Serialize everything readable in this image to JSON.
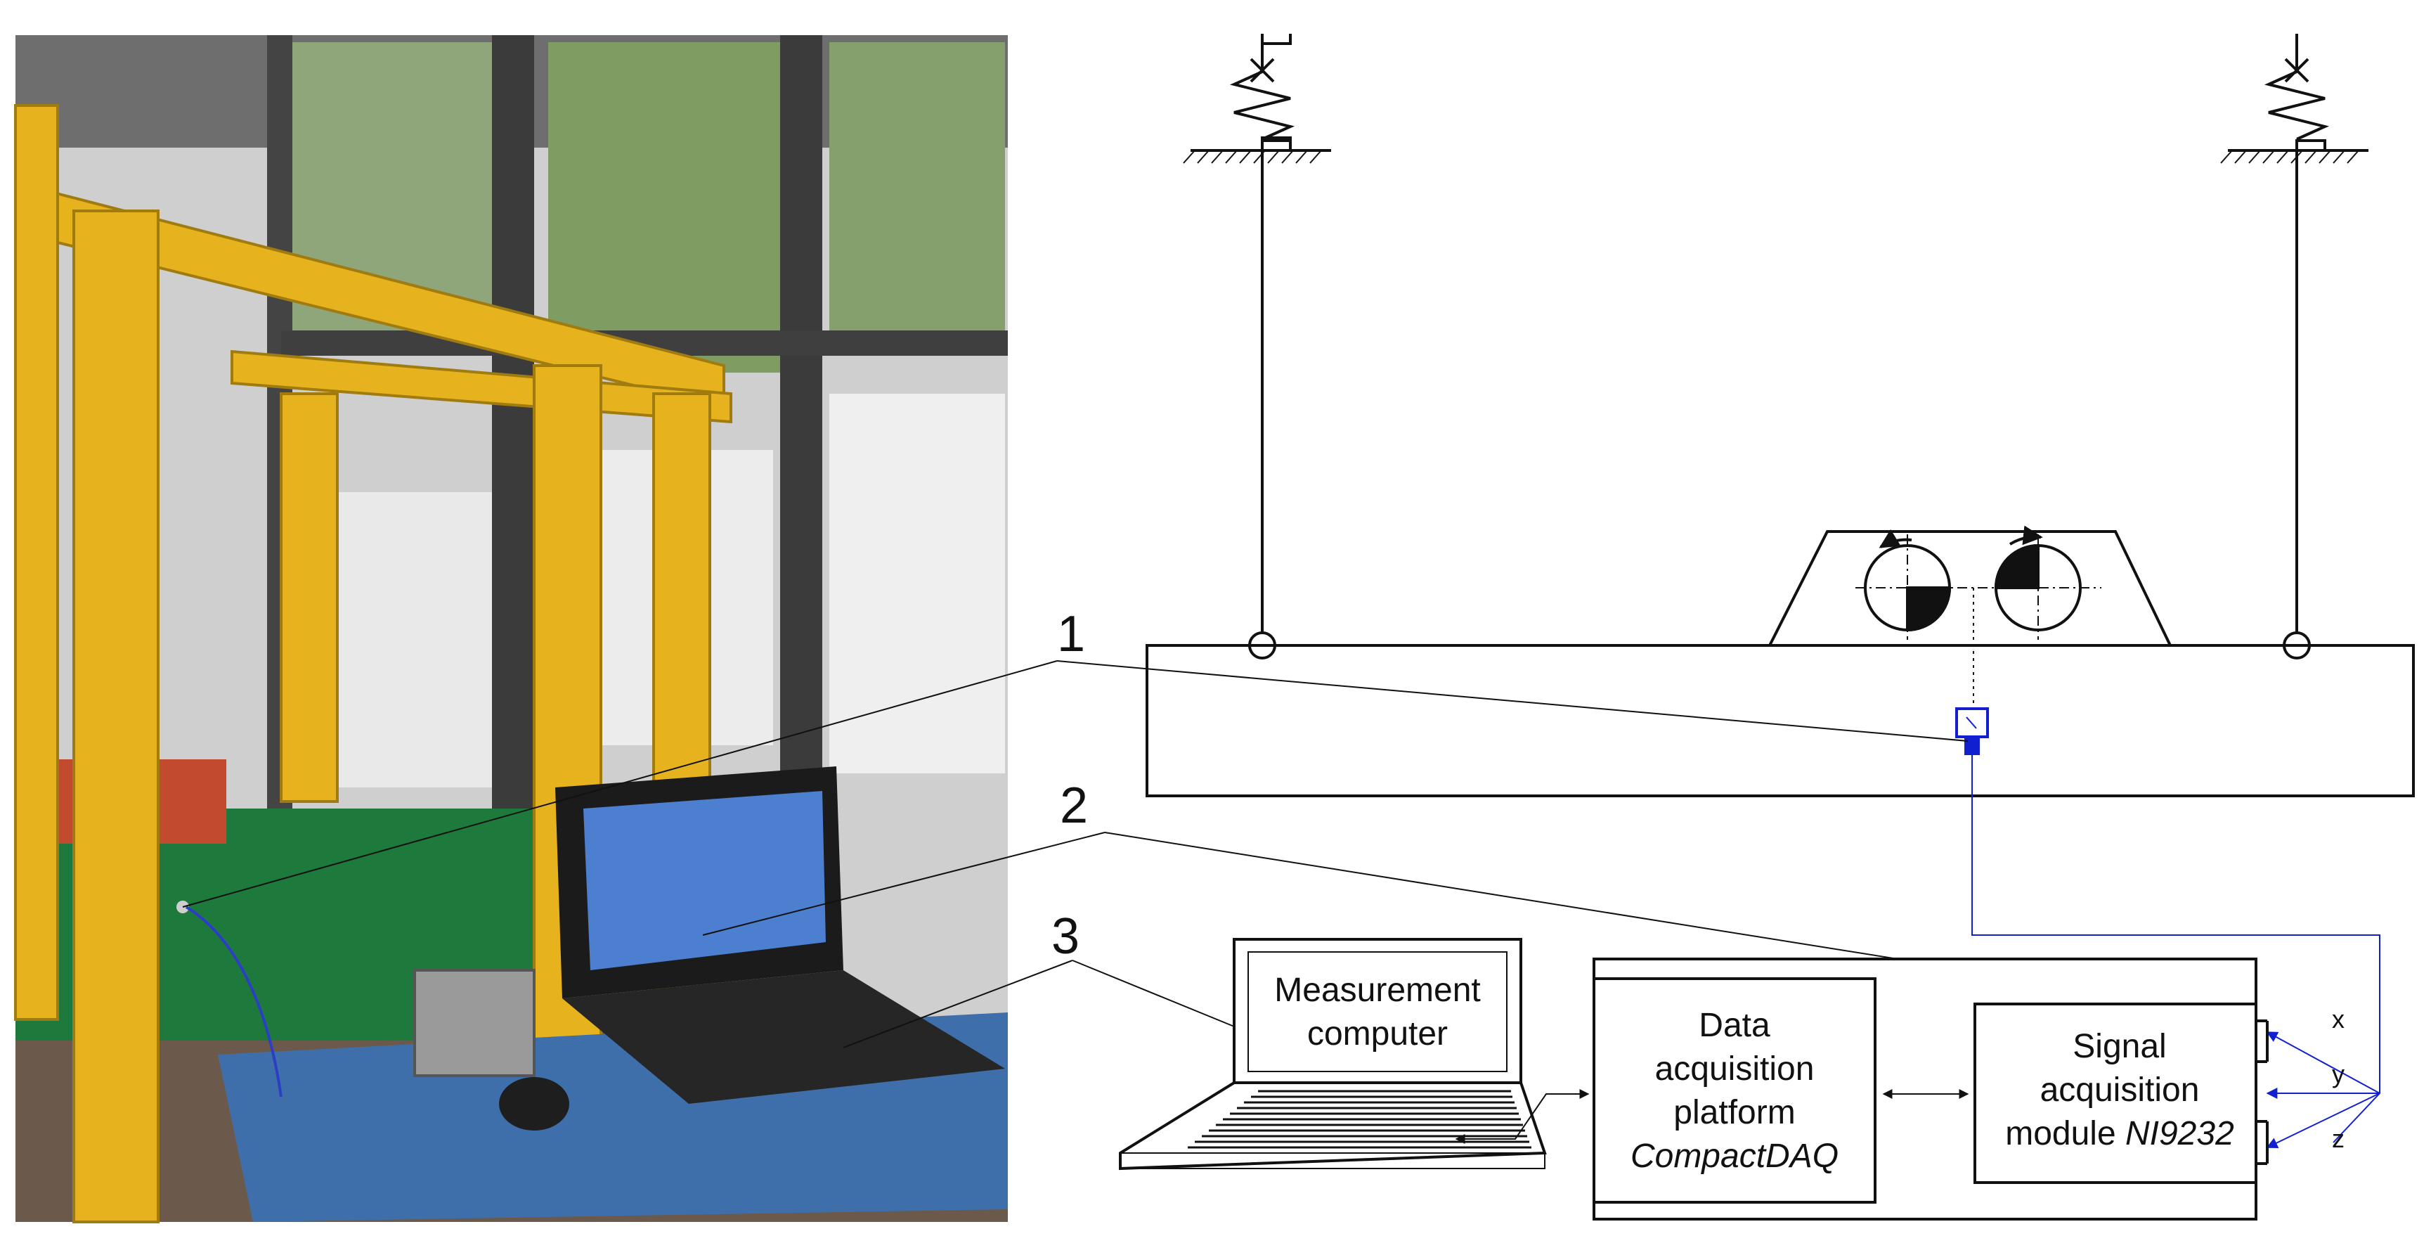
{
  "callouts": {
    "n1": "1",
    "n2": "2",
    "n3": "3"
  },
  "computer": {
    "line1": "Measurement",
    "line2": "computer"
  },
  "daq": {
    "line1": "Data",
    "line2": "acquisition",
    "line3": "platform",
    "line4": "CompactDAQ"
  },
  "module": {
    "line1": "Signal",
    "line2": "acquisition",
    "line3": "module ",
    "model": "NI9232"
  },
  "axes": {
    "x": "x",
    "y": "y",
    "z": "z"
  },
  "colors": {
    "frame": "#E6B31E",
    "machine": "#1E7A3C",
    "table": "#3F6FAA",
    "cable": "#2C3FC4",
    "line": "#111111"
  }
}
